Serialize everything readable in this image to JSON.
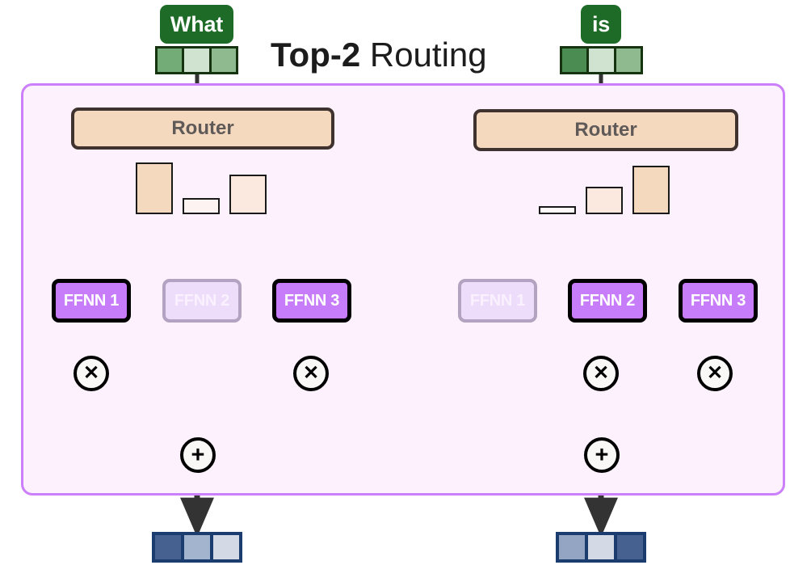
{
  "title": {
    "strong": "Top-2",
    "light": " Routing"
  },
  "colors": {
    "container_border": "#cc7ffa",
    "container_fill": "#fdf1fd",
    "token_chip": "#1d6b26",
    "router_fill": "#f4d9bf",
    "router_border": "#40332f",
    "router_text": "#5f5a58",
    "expert_active_fill": "#c77dfa",
    "expert_active_border": "#000000",
    "expert_inactive_fill": "#eedcfb",
    "expert_inactive_border": "#b3a2c0",
    "wire": "#111111",
    "wire_highlight_dotted": "#6e6e6e",
    "bar_high": "#f4d9bf",
    "bar_mid": "#fbe9e0",
    "bar_low": "#fdf4f2",
    "output_border": "#1b3c6e",
    "embed_dark": "#6aa76f",
    "embed_light": "#cde3ce",
    "embed_mid": "#8fba8f"
  },
  "columns": [
    {
      "id": "left",
      "token": "What",
      "embedding_cells": [
        "#74ac77",
        "#cfe3d0",
        "#8fba8f"
      ],
      "router_label": "Router",
      "experts": [
        {
          "label": "FFNN 1",
          "active": true
        },
        {
          "label": "FFNN 2",
          "active": false
        },
        {
          "label": "FFNN 3",
          "active": true
        }
      ],
      "multiply_symbol": "✕",
      "add_symbol": "+",
      "output_cells": [
        "#46608f",
        "#a3b4cf",
        "#d3dae6"
      ]
    },
    {
      "id": "right",
      "token": "is",
      "embedding_cells": [
        "#4b8c53",
        "#cfe3d0",
        "#8fba8f"
      ],
      "router_label": "Router",
      "experts": [
        {
          "label": "FFNN 1",
          "active": false
        },
        {
          "label": "FFNN 2",
          "active": true
        },
        {
          "label": "FFNN 3",
          "active": true
        }
      ],
      "multiply_symbol": "✕",
      "add_symbol": "+",
      "output_cells": [
        "#93a5c3",
        "#d3dae6",
        "#46608f"
      ]
    }
  ],
  "chart_data": [
    {
      "type": "bar",
      "id": "left-router-gate-weights",
      "title": "Router gate distribution (What)",
      "categories": [
        "FFNN 1",
        "FFNN 2",
        "FFNN 3"
      ],
      "values": [
        0.63,
        0.13,
        0.42
      ],
      "selected": [
        "FFNN 1",
        "FFNN 3"
      ],
      "ylim": [
        0,
        0.7
      ],
      "xlabel": "",
      "ylabel": "",
      "grid": false,
      "legend": "none"
    },
    {
      "type": "bar",
      "id": "right-router-gate-weights",
      "title": "Router gate distribution (is)",
      "categories": [
        "FFNN 1",
        "FFNN 2",
        "FFNN 3"
      ],
      "values": [
        0.06,
        0.35,
        0.6
      ],
      "selected": [
        "FFNN 2",
        "FFNN 3"
      ],
      "ylim": [
        0,
        0.7
      ],
      "xlabel": "",
      "ylabel": "",
      "grid": false,
      "legend": "none"
    }
  ]
}
